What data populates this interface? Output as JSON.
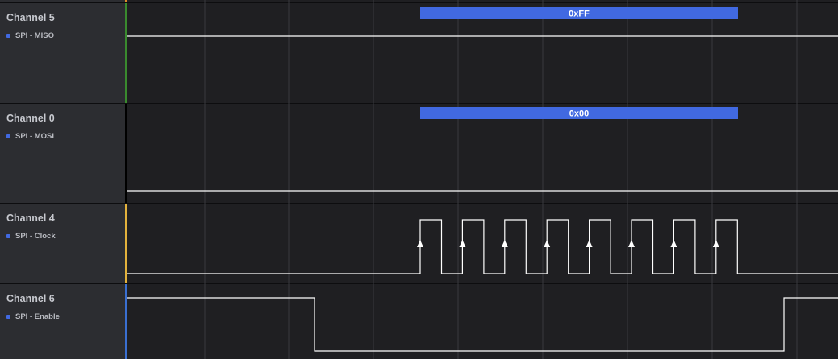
{
  "channels": [
    {
      "name": "Channel 5",
      "analyzer": "SPI - MISO",
      "color": "#3a8a2e",
      "signal": "high",
      "decoded": "0xFF"
    },
    {
      "name": "Channel 0",
      "analyzer": "SPI - MOSI",
      "color": "#000000",
      "signal": "low",
      "decoded": "0x00"
    },
    {
      "name": "Channel 4",
      "analyzer": "SPI - Clock",
      "color": "#e3b23c",
      "signal": "clock",
      "pulses": 8
    },
    {
      "name": "Channel 6",
      "analyzer": "SPI - Enable",
      "color": "#3a6fd1",
      "signal": "enable"
    }
  ],
  "colors": {
    "decode_bubble": "#4169e1",
    "waveform": "#ffffff",
    "grid": "#3a3b40",
    "analyzer_dot": "#4169e1",
    "top_marker": "#e08a2a"
  }
}
